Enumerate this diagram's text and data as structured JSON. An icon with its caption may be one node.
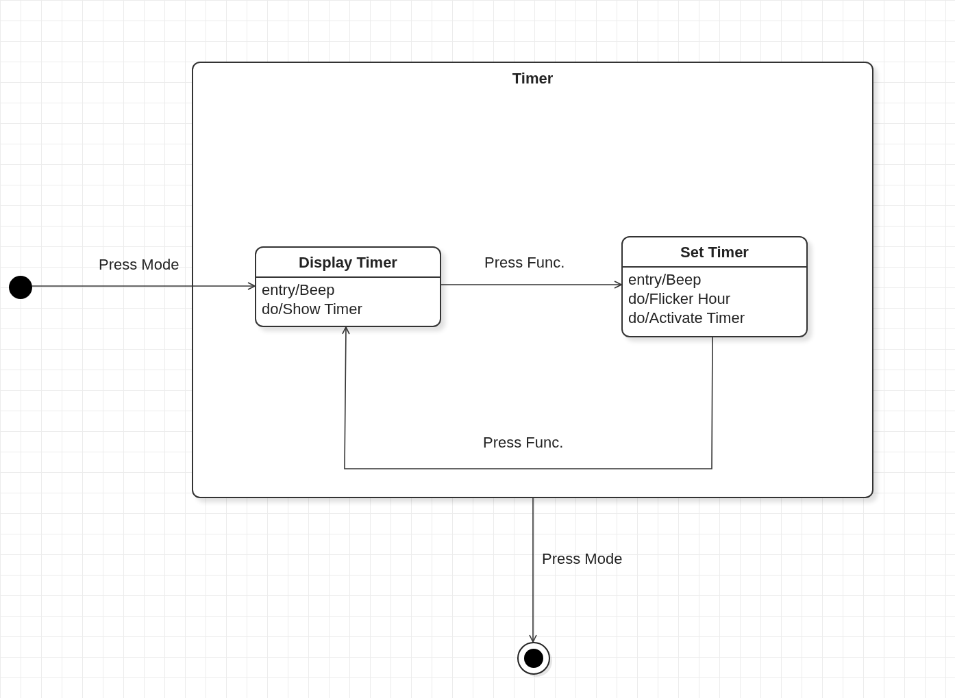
{
  "diagram": {
    "nodes": [
      {
        "text": [
          "Timer"
        ]
      },
      {
        "text": [
          "Display Timer",
          "entry/Beep",
          "do/Show Timer"
        ],
        "in": 0
      },
      {
        "text": [
          "Set Timer",
          "entry/Beep",
          "do/Flicker Hour",
          "do/Activate Timer"
        ],
        "in": 0
      },
      {
        "text": [],
        "shape": "circle"
      },
      {
        "text": [],
        "shape": "circle"
      }
    ],
    "edges": [
      {
        "from": 3,
        "to": 1,
        "arrow": "to",
        "label": "Press Mode"
      },
      {
        "from": 1,
        "to": 2,
        "arrow": "to",
        "label": "Press Func."
      },
      {
        "from": 2,
        "to": 1,
        "arrow": "to",
        "label": "Press Func."
      },
      {
        "from": 0,
        "to": 4,
        "arrow": "to",
        "label": "Press Mode"
      }
    ]
  }
}
